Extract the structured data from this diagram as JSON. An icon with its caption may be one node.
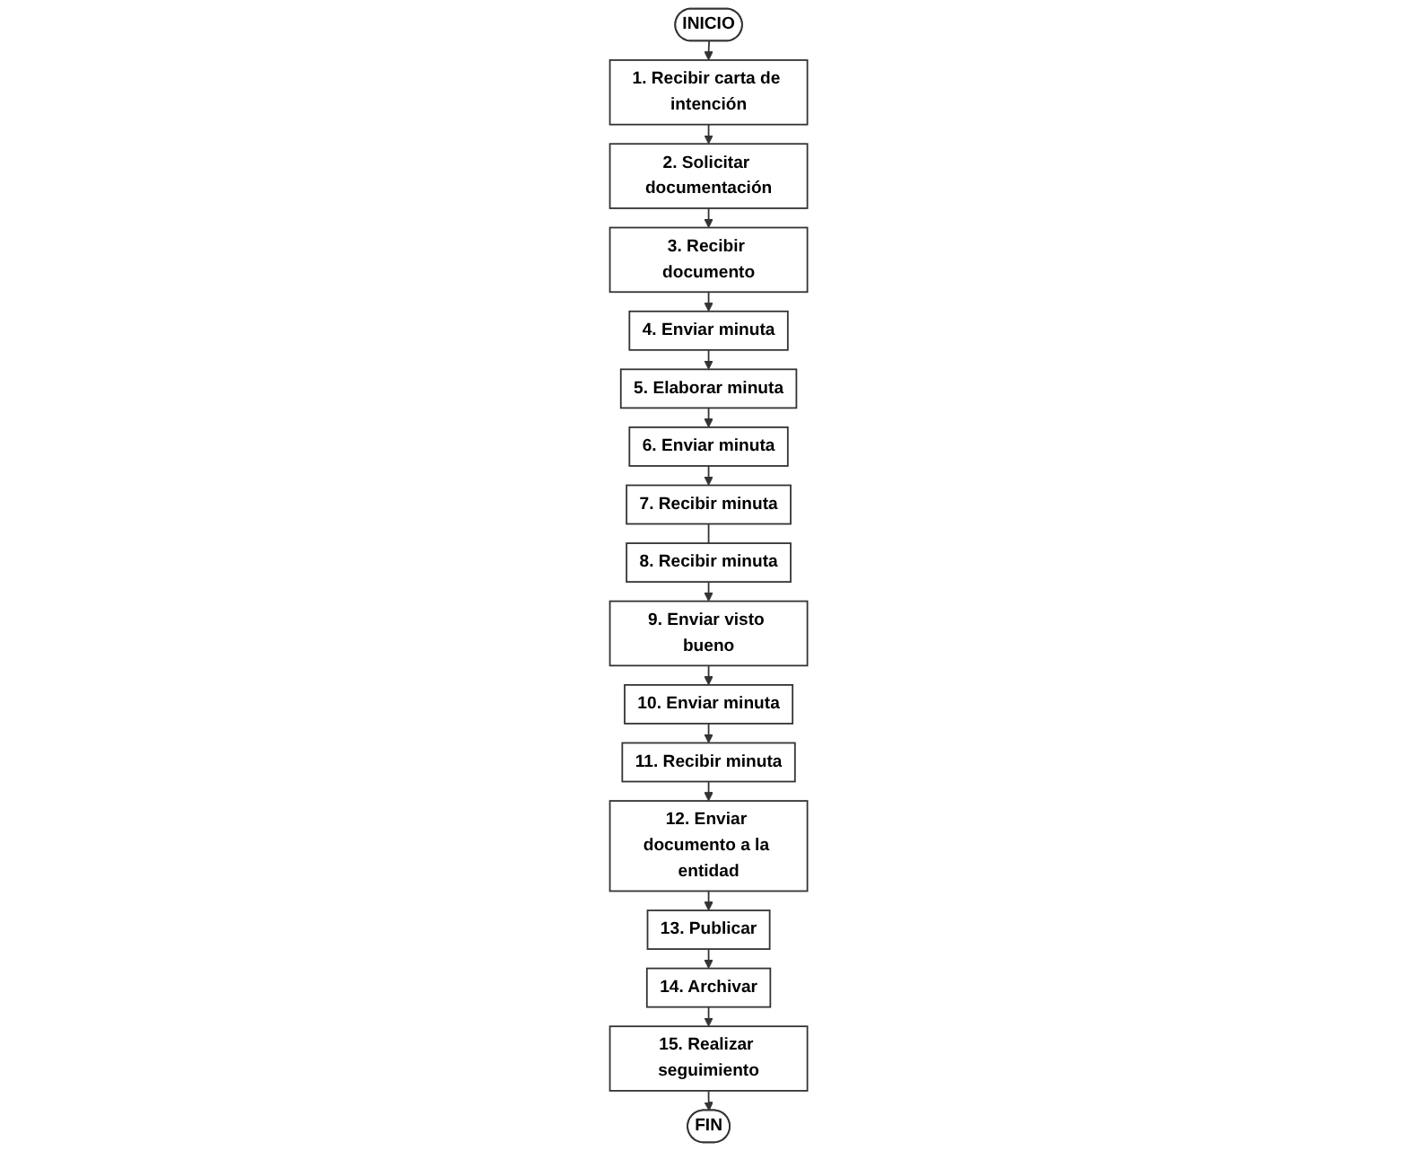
{
  "diagram": {
    "nodes": [
      {
        "text": [
          "INICIO"
        ]
      },
      {
        "text": [
          "1. Recibir carta de intención"
        ]
      },
      {
        "text": [
          "2. Solicitar documentación"
        ]
      },
      {
        "text": [
          "3. Recibir documento"
        ]
      },
      {
        "text": [
          "4. Enviar minuta"
        ]
      },
      {
        "text": [
          "5. Elaborar minuta"
        ]
      },
      {
        "text": [
          "6. Enviar minuta"
        ]
      },
      {
        "text": [
          "7. Recibir minuta"
        ]
      },
      {
        "text": [
          "8. Recibir minuta"
        ]
      },
      {
        "text": [
          "9. Enviar visto bueno"
        ]
      },
      {
        "text": [
          "10. Enviar minuta"
        ]
      },
      {
        "text": [
          "11. Recibir minuta"
        ]
      },
      {
        "text": [
          "12. Enviar documento a la entidad"
        ]
      },
      {
        "text": [
          "13. Publicar"
        ]
      },
      {
        "text": [
          "14. Archivar"
        ]
      },
      {
        "text": [
          "15. Realizar seguimiento"
        ]
      },
      {
        "text": [
          "FIN"
        ]
      }
    ],
    "edges": [
      {
        "from": 0,
        "to": 1,
        "arrow": "to"
      },
      {
        "from": 1,
        "to": 2,
        "arrow": "to"
      },
      {
        "from": 2,
        "to": 3,
        "arrow": "to"
      },
      {
        "from": 3,
        "to": 4,
        "arrow": "to"
      },
      {
        "from": 4,
        "to": 5,
        "arrow": "to"
      },
      {
        "from": 5,
        "to": 6,
        "arrow": "to"
      },
      {
        "from": 6,
        "to": 7,
        "arrow": "to"
      },
      {
        "from": 7,
        "to": 8,
        "arrow": "none"
      },
      {
        "from": 8,
        "to": 9,
        "arrow": "to"
      },
      {
        "from": 9,
        "to": 10,
        "arrow": "to"
      },
      {
        "from": 10,
        "to": 11,
        "arrow": "to"
      },
      {
        "from": 11,
        "to": 12,
        "arrow": "to"
      },
      {
        "from": 12,
        "to": 13,
        "arrow": "to"
      },
      {
        "from": 13,
        "to": 14,
        "arrow": "to"
      },
      {
        "from": 14,
        "to": 15,
        "arrow": "to"
      },
      {
        "from": 15,
        "to": 16,
        "arrow": "to"
      }
    ]
  }
}
